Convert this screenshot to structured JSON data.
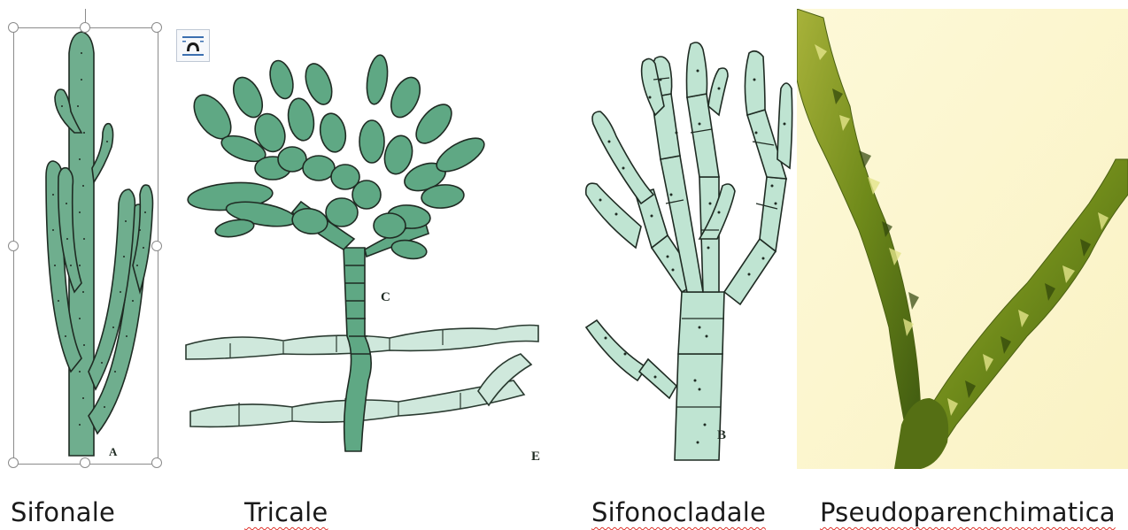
{
  "captions": [
    {
      "text": "Sifonale"
    },
    {
      "text": "Tricale"
    },
    {
      "text": "Sifonocladale"
    },
    {
      "text": "Pseudoparenchimatica"
    }
  ],
  "figure_labels": {
    "sifonale": "A",
    "tricale": "C",
    "tricale_corner": "E",
    "sifonocladale": "B"
  },
  "layout_options": {
    "icon": "wrap-text-layout-icon"
  },
  "colors": {
    "alga_fill": "#5fa884",
    "alga_light_fill": "#b9e0cf",
    "outline": "#1f2b23",
    "photo_background": "#fdf7cf",
    "photo_alga": "#8a9a1a",
    "spellcheck_underline": "#e0312b"
  }
}
